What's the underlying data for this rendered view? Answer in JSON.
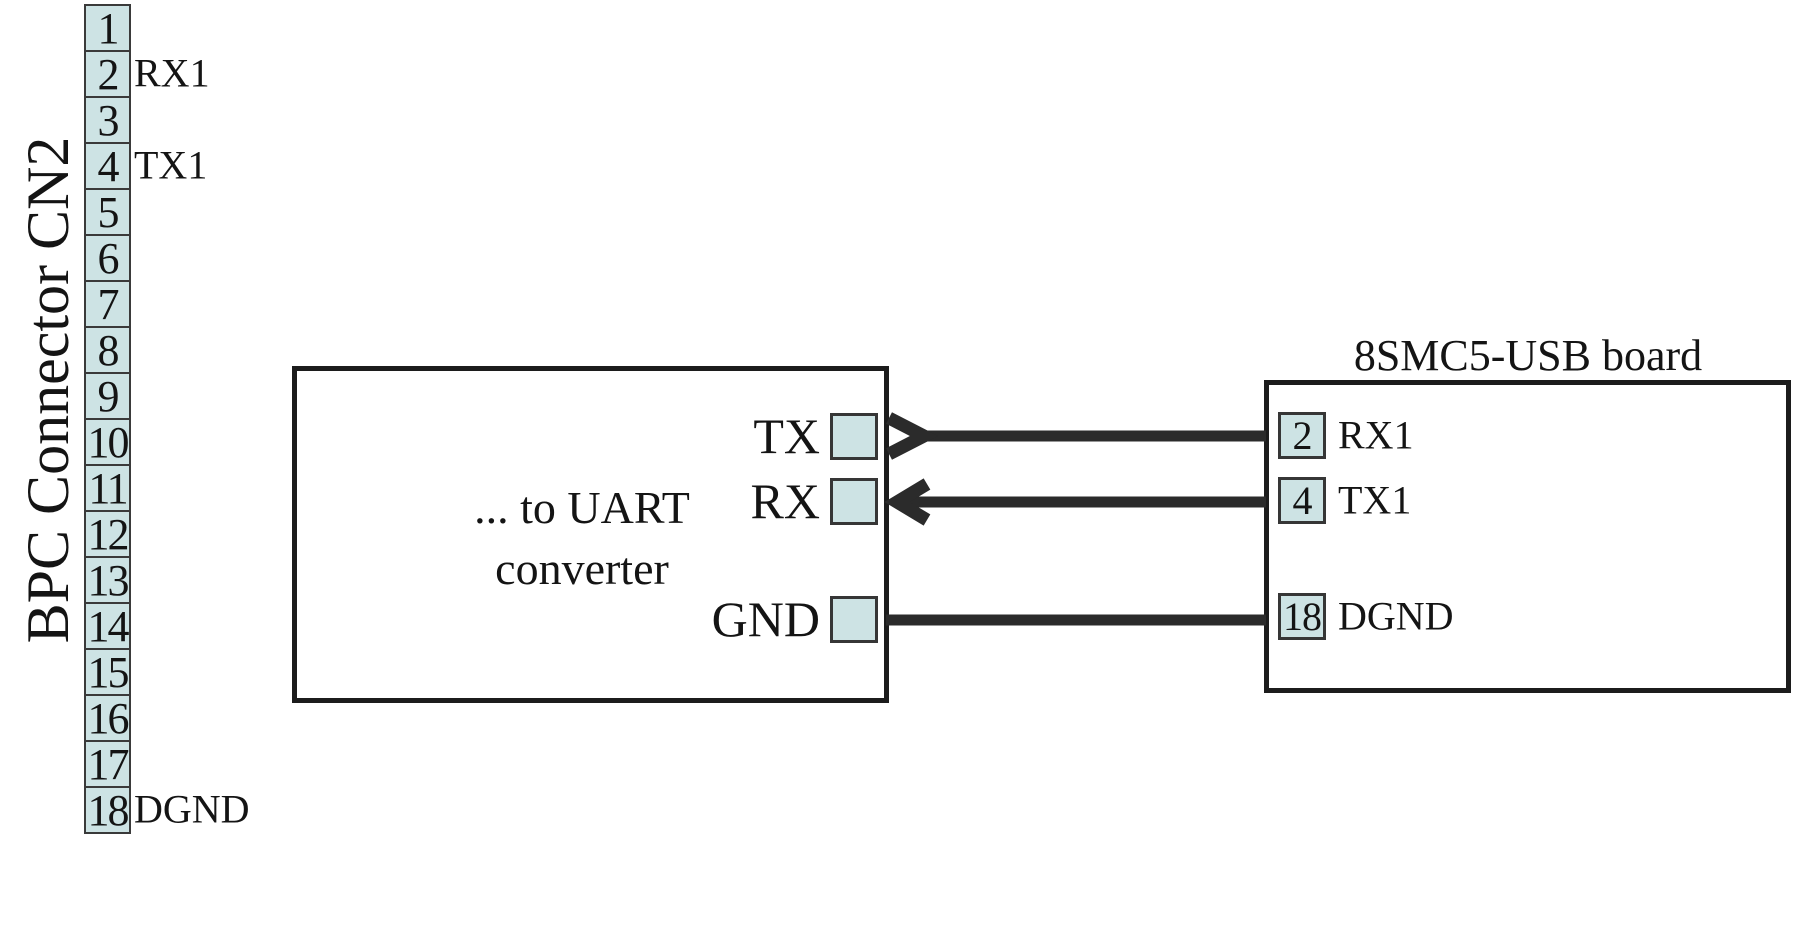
{
  "colors": {
    "background": "#ffffff",
    "pin_fill": "#cde3e4",
    "box_border": "#1c1c1c",
    "wire": "#2b2b2b",
    "text": "#141414"
  },
  "left_connector": {
    "label": "BPC Connector CN2",
    "pins": [
      {
        "number": "1",
        "label": ""
      },
      {
        "number": "2",
        "label": "RX1"
      },
      {
        "number": "3",
        "label": ""
      },
      {
        "number": "4",
        "label": "TX1"
      },
      {
        "number": "5",
        "label": ""
      },
      {
        "number": "6",
        "label": ""
      },
      {
        "number": "7",
        "label": ""
      },
      {
        "number": "8",
        "label": ""
      },
      {
        "number": "9",
        "label": ""
      },
      {
        "number": "10",
        "label": ""
      },
      {
        "number": "11",
        "label": ""
      },
      {
        "number": "12",
        "label": ""
      },
      {
        "number": "13",
        "label": ""
      },
      {
        "number": "14",
        "label": ""
      },
      {
        "number": "15",
        "label": ""
      },
      {
        "number": "16",
        "label": ""
      },
      {
        "number": "17",
        "label": ""
      },
      {
        "number": "18",
        "label": "DGND"
      }
    ]
  },
  "converter_box": {
    "label_line1": "... to UART",
    "label_line2": "converter",
    "pins": [
      {
        "name": "TX"
      },
      {
        "name": "RX"
      },
      {
        "name": "GND"
      }
    ]
  },
  "usb_board": {
    "title": "8SMC5-USB board",
    "pins": [
      {
        "number": "2",
        "label": "RX1"
      },
      {
        "number": "4",
        "label": "TX1"
      },
      {
        "number": "18",
        "label": "DGND"
      }
    ]
  },
  "connections": [
    {
      "from": "converter TX",
      "to": "board pin 2 RX1",
      "direction": "right"
    },
    {
      "from": "board pin 4 TX1",
      "to": "converter RX",
      "direction": "left"
    },
    {
      "from": "converter GND",
      "to": "board pin 18 DGND",
      "direction": "none"
    }
  ]
}
